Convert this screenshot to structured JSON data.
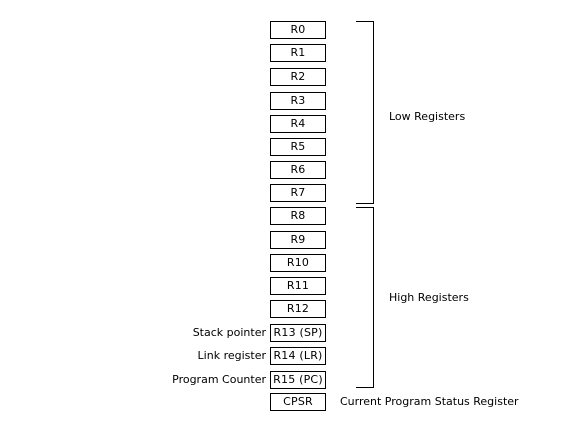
{
  "registers": [
    "R0",
    "R1",
    "R2",
    "R3",
    "R4",
    "R5",
    "R6",
    "R7",
    "R8",
    "R9",
    "R10",
    "R11",
    "R12",
    "R13 (SP)",
    "R14 (LR)",
    "R15 (PC)"
  ],
  "cpsr": "CPSR",
  "side_labels": {
    "r13": "Stack pointer",
    "r14": "Link register",
    "r15": "Program Counter"
  },
  "groups": {
    "low": "Low Registers",
    "high": "High Registers"
  },
  "cpsr_description": "Current Program Status Register",
  "colors": {
    "stroke": "#000000",
    "background": "#ffffff"
  }
}
